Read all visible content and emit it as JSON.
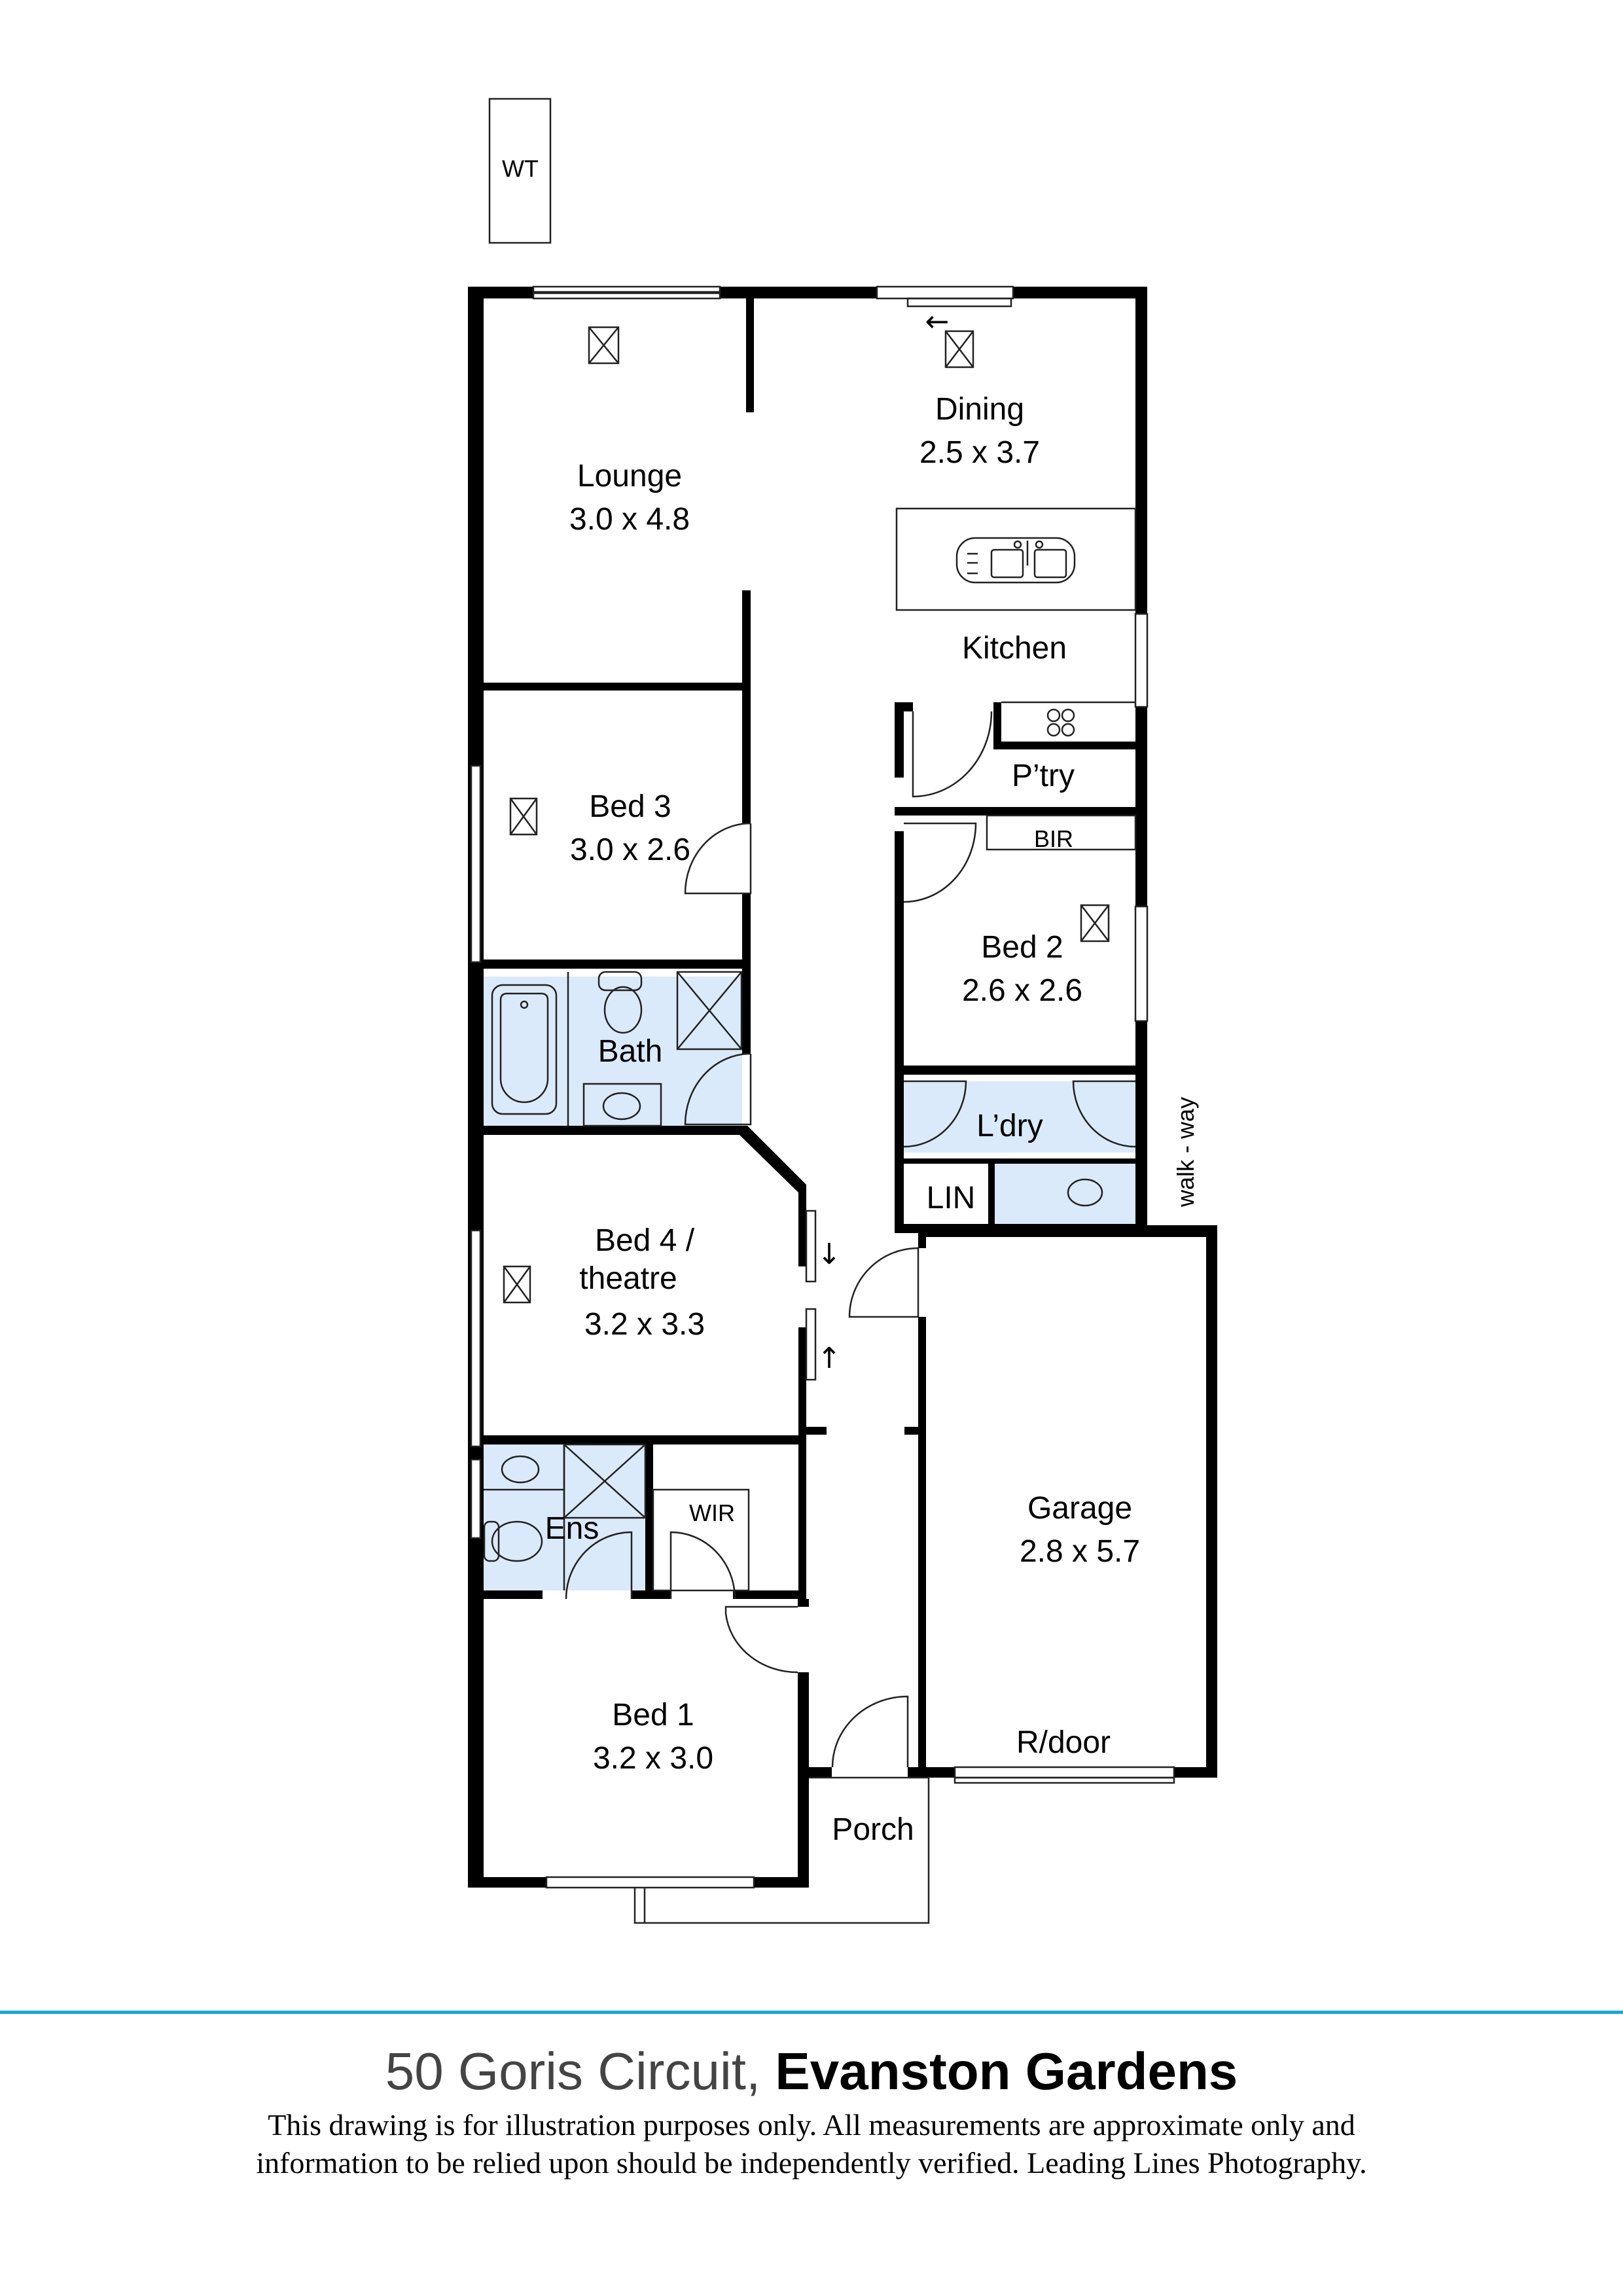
{
  "document": {
    "type": "floor plan",
    "address_street": "50 Goris Circuit,",
    "address_suburb": "Evanston Gardens",
    "disclaimer_line1": "This drawing is for illustration purposes only.  All measurements are approximate only and",
    "disclaimer_line2": "information to be relied upon should be independently verified. Leading Lines Photography.",
    "accent_color": "#1aa7df",
    "wet_area_color": "#dbeafa",
    "wall_color": "#000000"
  },
  "rooms": {
    "wt": {
      "name": "WT"
    },
    "lounge": {
      "name": "Lounge",
      "dims": "3.0 x 4.8"
    },
    "dining": {
      "name": "Dining",
      "dims": "2.5 x 3.7"
    },
    "kitchen": {
      "name": "Kitchen"
    },
    "pantry": {
      "name": "P’try"
    },
    "bir": {
      "name": "BIR"
    },
    "bed2": {
      "name": "Bed 2",
      "dims": "2.6 x 2.6"
    },
    "bed3": {
      "name": "Bed 3",
      "dims": "3.0 x 2.6"
    },
    "bath": {
      "name": "Bath"
    },
    "laundry": {
      "name": "L’dry"
    },
    "linen": {
      "name": "LIN"
    },
    "bed4": {
      "name_line1": "Bed 4 /",
      "name_line2": "theatre",
      "dims": "3.2 x 3.3"
    },
    "ensuite": {
      "name": "Ens"
    },
    "wir": {
      "name": "WIR"
    },
    "garage": {
      "name": "Garage",
      "dims": "2.8 x 5.7",
      "door": "R/door"
    },
    "bed1": {
      "name": "Bed 1",
      "dims": "3.2 x 3.0"
    },
    "porch": {
      "name": "Porch"
    },
    "walkway": {
      "name": "walk - way"
    }
  },
  "symbols": {
    "arrow_left": "←",
    "arrow_down": "↓",
    "arrow_up": "↑"
  }
}
